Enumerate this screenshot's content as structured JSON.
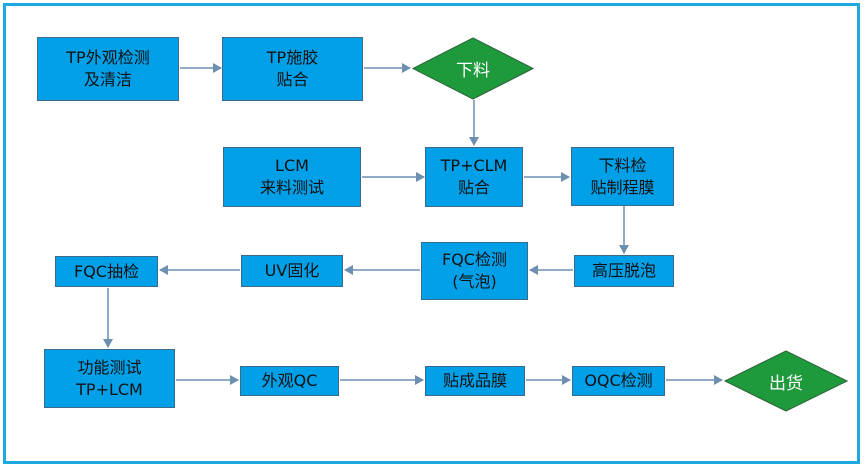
{
  "colors": {
    "box_fill": "#00a0e8",
    "box_border": "#3c6a8c",
    "diamond_fill": "#1e9a3c",
    "arrow": "#6d8fb0",
    "frame": "#1ea8e0"
  },
  "nodes": {
    "tp_inspect_clean": "TP外观检测\n及清洁",
    "tp_glue": "TP施胶\n贴合",
    "unload1": "下料",
    "lcm_test": "LCM\n来料测试",
    "tp_clm": "TP+CLM\n贴合",
    "unload_inspect": "下料检\n贴制程膜",
    "fqc_bubble": "FQC检测\n(气泡)",
    "high_pressure": "高压脱泡",
    "uv": "UV固化",
    "fqc_sample": "FQC抽检",
    "function_test": "功能测试\nTP+LCM",
    "appearance_qc": "外观QC",
    "film": "贴成品膜",
    "oqc": "OQC检测",
    "ship": "出货"
  }
}
